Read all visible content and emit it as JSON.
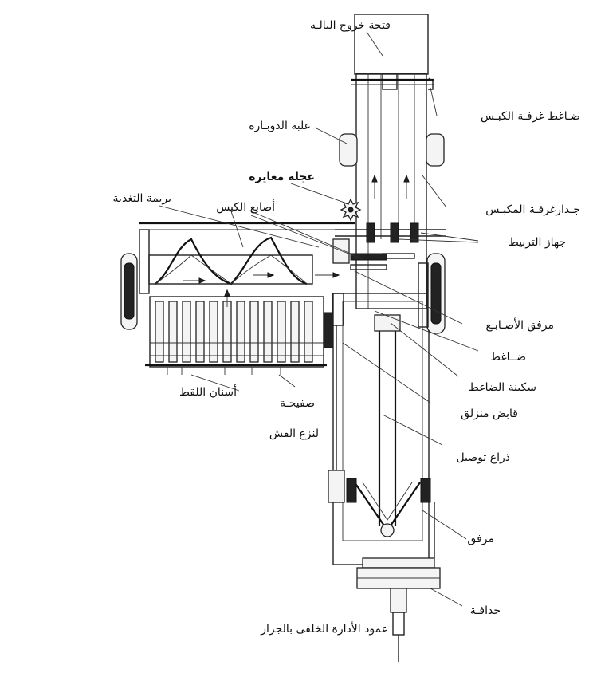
{
  "labels": {
    "bale_exit": "فتحة خروج البالـه",
    "chamber_presser": "ضـاغط غرفـة الكبـس",
    "twine_box": "علبة الدوبـارة",
    "metering_wheel": "عجلة معايرة",
    "chamber_wall": "جـدارغرفـة المكبـس",
    "feed_auger": "بريمة التغذية",
    "packer_fingers": "أصابع الكبس",
    "knotter": "جهاز التربيط",
    "finger_crank": "مرفق الأصـابـع",
    "plunger": "ضــاغط",
    "plunger_knife": "سكينة الضاغط",
    "slip_clutch": "قابض منزلق",
    "pickup_teeth": "أسنان اللقط",
    "plate": "صفيحـة",
    "stripper": "لنزع القش",
    "connecting_arm": "ذراع توصيل",
    "crank": "مرفق",
    "flywheel": "حدافـة",
    "pto_shaft": "عمود الأدارة الخلفى بالجرار"
  }
}
